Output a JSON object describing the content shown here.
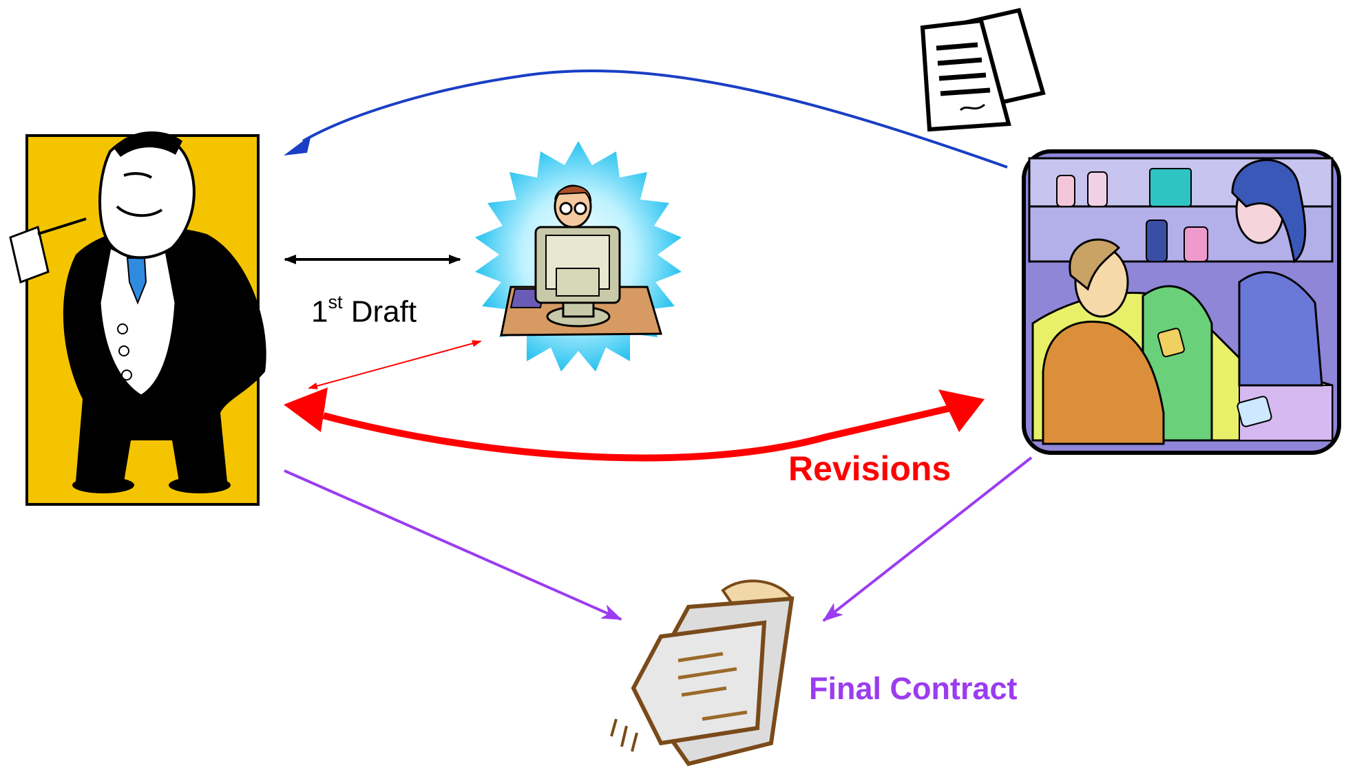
{
  "labels": {
    "draft_number": "1",
    "draft_superscript": "st",
    "draft_text": " Draft",
    "revisions": "Revisions",
    "final_contract": "Final Contract"
  },
  "colors": {
    "blue_arrow": "#1a3fc4",
    "red_arrow": "#ff0000",
    "purple_arrow": "#9b3cf0",
    "black_arrow": "#000000",
    "revisions_text": "#ff0000",
    "final_text": "#9b3cf0",
    "boss_panel": "#f5c400",
    "shop_panel": "#8f86d8"
  },
  "icons": {
    "boss": "businessman-clipart-icon",
    "writer": "computer-user-clipart-icon",
    "shop": "shopkeeper-clipart-icon",
    "documents": "documents-icon",
    "contract": "flying-contract-icon"
  }
}
